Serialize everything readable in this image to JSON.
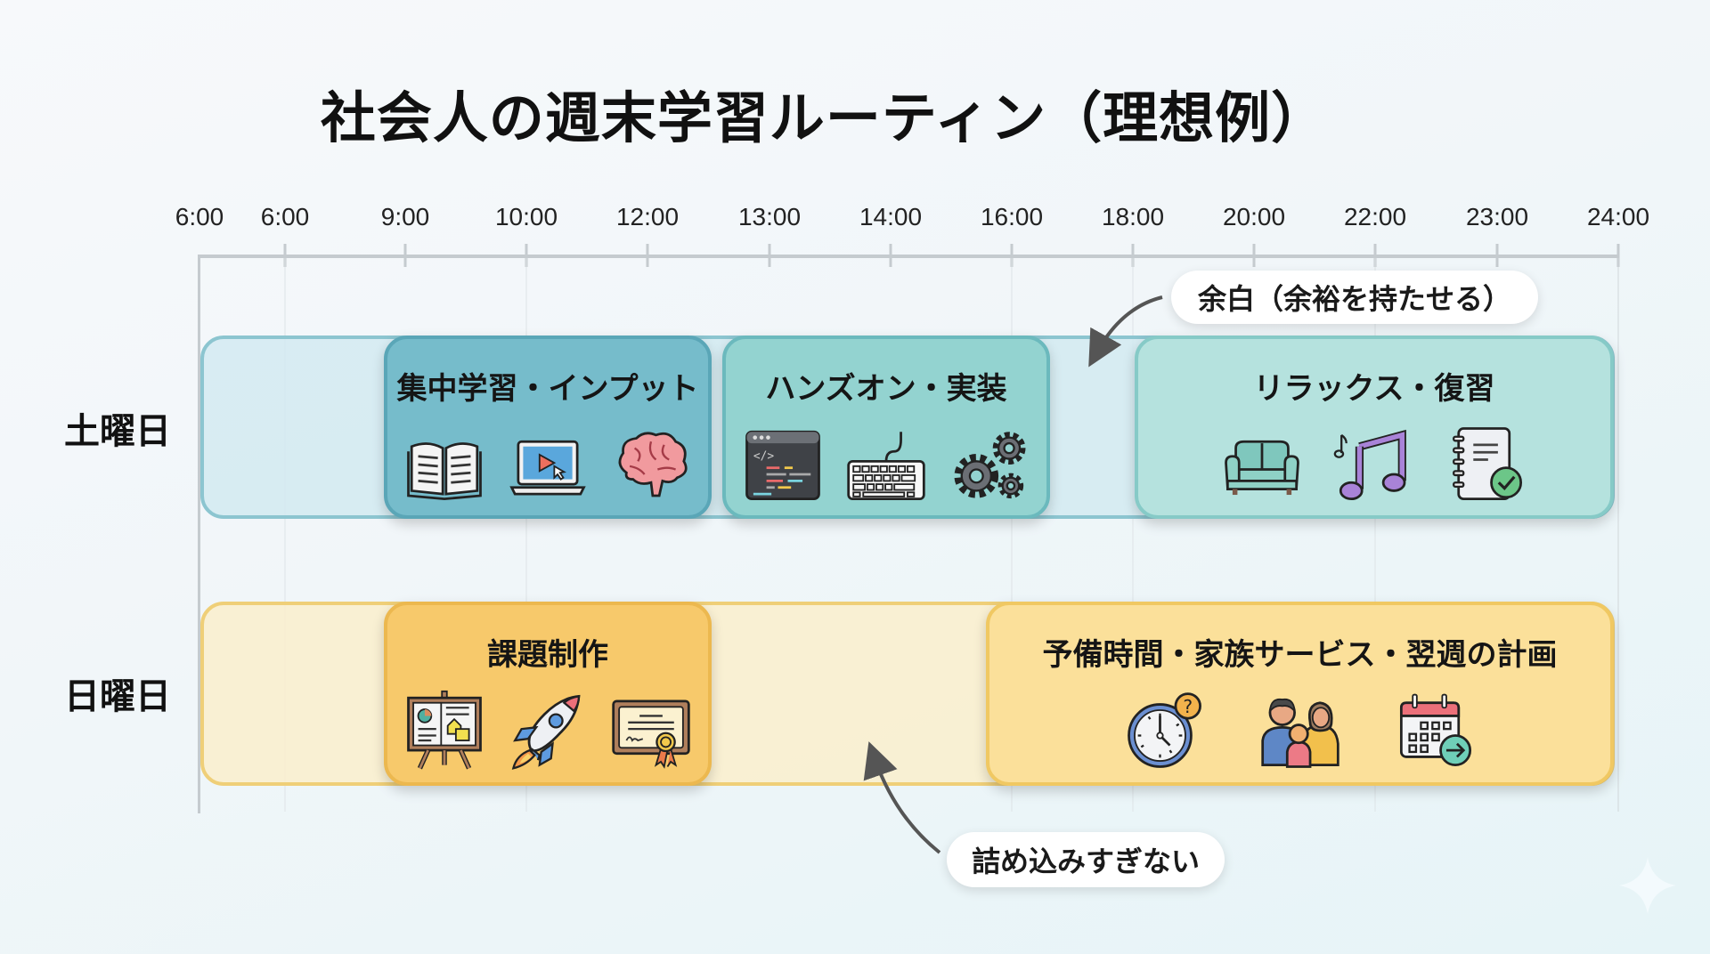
{
  "title": "社会人の週末学習ルーティン（理想例）",
  "time_axis": {
    "labels": [
      "6:00",
      "6:00",
      "9:00",
      "10:00",
      "12:00",
      "13:00",
      "14:00",
      "16:00",
      "18:00",
      "20:00",
      "22:00",
      "23:00",
      "24:00"
    ]
  },
  "days": {
    "saturday": "土曜日",
    "sunday": "日曜日"
  },
  "saturday_blocks": [
    {
      "title": "集中学習・インプット",
      "icons": [
        "open-book-icon",
        "laptop-video-icon",
        "brain-icon"
      ]
    },
    {
      "title": "ハンズオン・実装",
      "icons": [
        "code-window-icon",
        "keyboard-icon",
        "gears-icon"
      ]
    },
    {
      "title": "リラックス・復習",
      "icons": [
        "sofa-icon",
        "music-note-icon",
        "notebook-check-icon"
      ]
    }
  ],
  "sunday_blocks": [
    {
      "title": "課題制作",
      "icons": [
        "presentation-easel-icon",
        "rocket-icon",
        "certificate-icon"
      ]
    },
    {
      "title": "予備時間・家族サービス・翌週の計画",
      "icons": [
        "clock-question-icon",
        "family-icon",
        "calendar-arrow-icon"
      ]
    }
  ],
  "callouts": {
    "margin": "余白（余裕を持たせる）",
    "no_overpacking": "詰め込みすぎない"
  },
  "colors": {
    "saturday_row": "#d2eaf1",
    "saturday_focus": "#76bccb",
    "saturday_handson": "#93d3d0",
    "saturday_relax": "#b5e2de",
    "sunday_row": "#faefcd",
    "sunday_project": "#f7c96b",
    "sunday_spare": "#fbe09a",
    "arrow": "#555555"
  }
}
